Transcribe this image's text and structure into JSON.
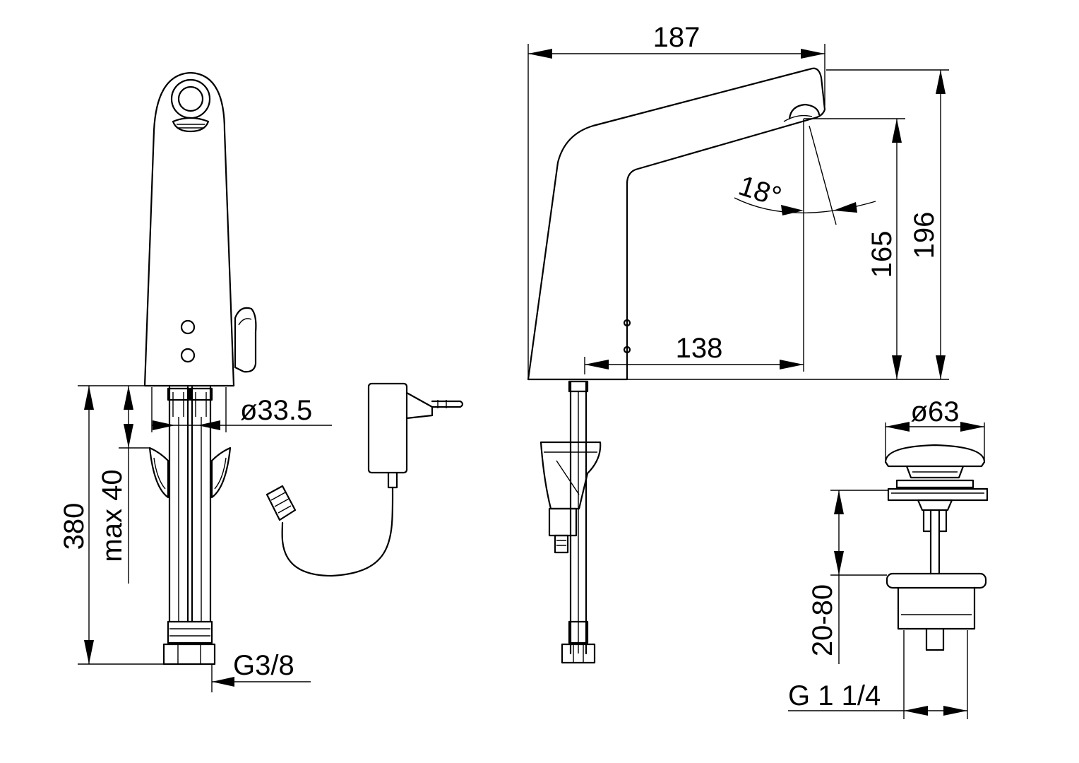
{
  "dimensions": {
    "width_187": "187",
    "height_196": "196",
    "height_165": "165",
    "spout_138": "138",
    "angle_18": "18°",
    "dia_33_5": "ø33.5",
    "dia_63": "ø63",
    "length_380": "380",
    "max_40": "max 40",
    "range_20_80": "20-80",
    "thread_g38": "G3/8",
    "thread_g114": "G 1 1/4"
  }
}
